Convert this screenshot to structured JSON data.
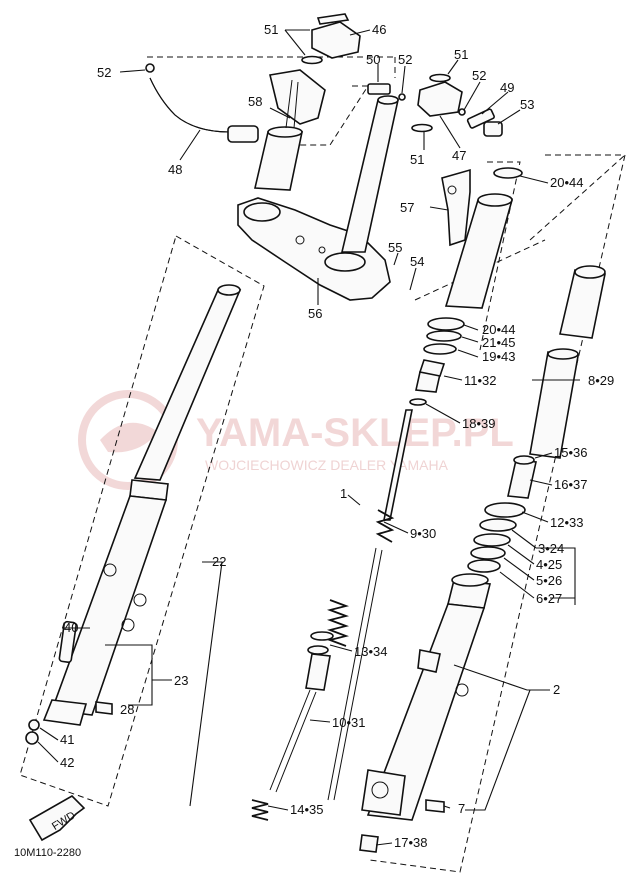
{
  "watermark": {
    "brand": "YAMA-SKLEP.PL",
    "subtitle": "WOJCIECHOWICZ DEALER YAMAHA"
  },
  "diagram_code": "10M110-2280",
  "fwd_label": "FWD",
  "callouts": {
    "c1": "1",
    "c2": "2",
    "c3_24": "3•24",
    "c4_25": "4•25",
    "c5_26": "5•26",
    "c6_27": "6•27",
    "c7": "7",
    "c8_29": "8•29",
    "c9_30": "9•30",
    "c10_31": "10•31",
    "c11_32": "11•32",
    "c12_33": "12•33",
    "c13_34": "13•34",
    "c14_35": "14•35",
    "c15_36": "15•36",
    "c16_37": "16•37",
    "c17_38": "17•38",
    "c18_39": "18•39",
    "c19_43": "19•43",
    "c20_44_top": "20•44",
    "c20_44": "20•44",
    "c21_45": "21•45",
    "c22": "22",
    "c23": "23",
    "c28": "28",
    "c40": "40",
    "c41": "41",
    "c42": "42",
    "c46": "46",
    "c47": "47",
    "c48": "48",
    "c49": "49",
    "c50": "50",
    "c51_a": "51",
    "c51_b": "51",
    "c51_c": "51",
    "c52_a": "52",
    "c52_b": "52",
    "c52_c": "52",
    "c53": "53",
    "c54": "54",
    "c55": "55",
    "c56": "56",
    "c57": "57",
    "c58": "58"
  }
}
